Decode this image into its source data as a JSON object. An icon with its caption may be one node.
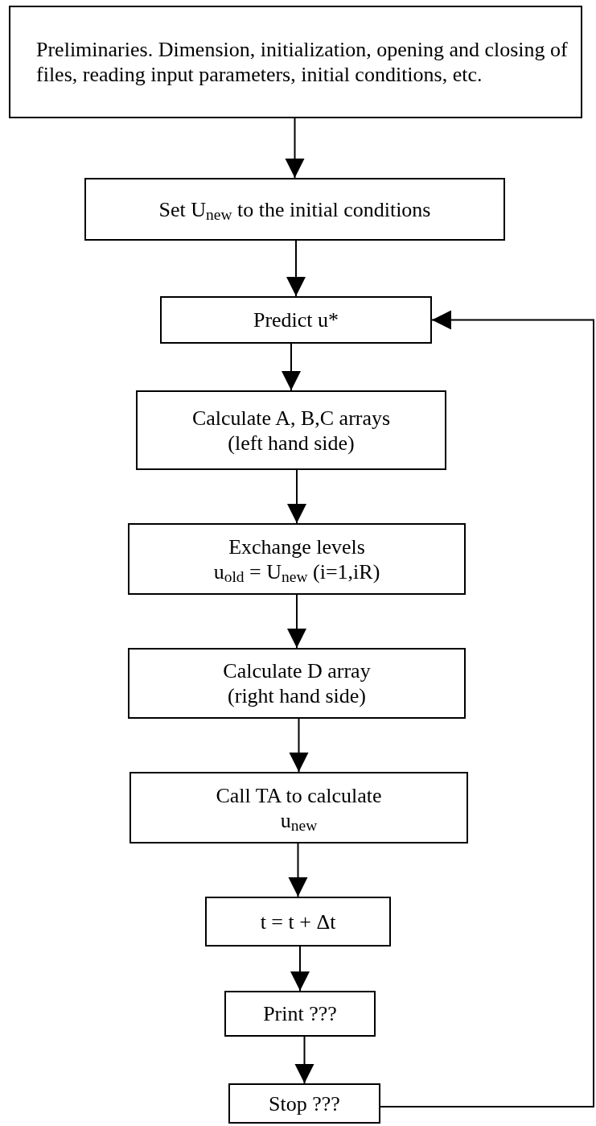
{
  "diagram": {
    "nodes": [
      {
        "text": [
          "Preliminaries.  Dimension, initialization, opening and  closing of files, reading input parameters, initial conditions, etc."
        ]
      },
      {
        "text": [
          "Set U$_{new}$ to the initial conditions"
        ]
      },
      {
        "text": [
          "Predict u*"
        ]
      },
      {
        "text": [
          "Calculate A, B,C arrays",
          "(left hand side)"
        ]
      },
      {
        "text": [
          "Exchange levels",
          "u$_{old}$ = U$_{new}$ (i=1,iR)"
        ]
      },
      {
        "text": [
          "Calculate D array",
          "(right hand side)"
        ]
      },
      {
        "text": [
          "Call TA to calculate",
          "u$_{new}$"
        ]
      },
      {
        "text": [
          "t = t + Δt"
        ]
      },
      {
        "text": [
          "Print ???"
        ]
      },
      {
        "text": [
          "Stop ???"
        ]
      }
    ],
    "edges": [
      {
        "from": 0,
        "to": 1,
        "arrow": "to"
      },
      {
        "from": 1,
        "to": 2,
        "arrow": "to"
      },
      {
        "from": 2,
        "to": 3,
        "arrow": "to"
      },
      {
        "from": 3,
        "to": 4,
        "arrow": "to"
      },
      {
        "from": 4,
        "to": 5,
        "arrow": "to"
      },
      {
        "from": 5,
        "to": 6,
        "arrow": "to"
      },
      {
        "from": 6,
        "to": 7,
        "arrow": "to"
      },
      {
        "from": 7,
        "to": 8,
        "arrow": "to"
      },
      {
        "from": 8,
        "to": 9,
        "arrow": "to"
      },
      {
        "from": 9,
        "to": 2,
        "arrow": "to"
      }
    ]
  }
}
